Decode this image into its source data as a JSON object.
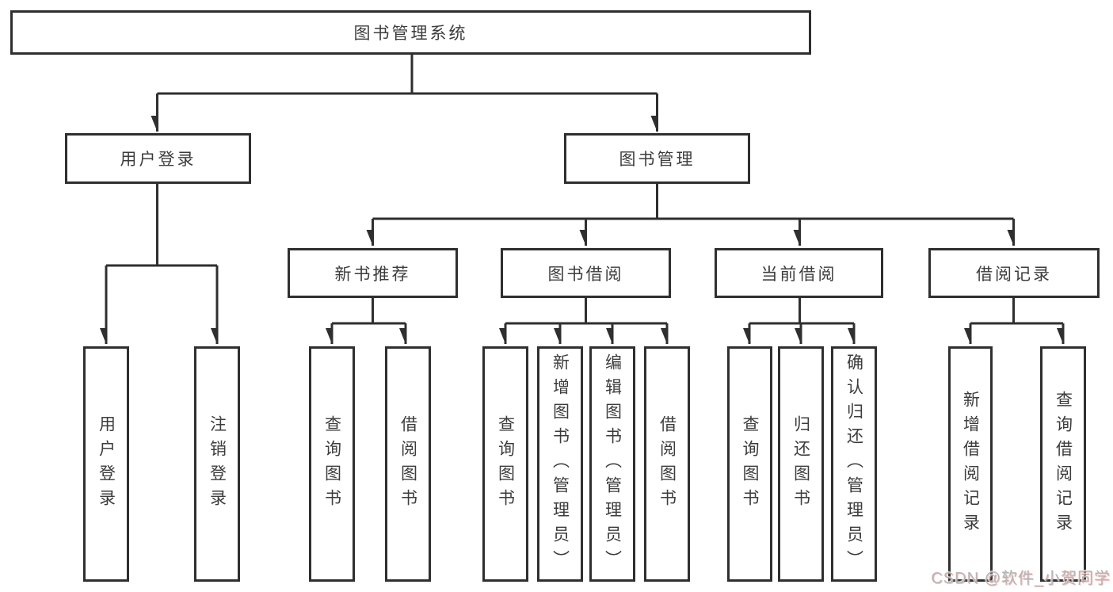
{
  "tree": {
    "root": "图书管理系统",
    "children": [
      {
        "label": "用户登录",
        "children": [
          "用户登录",
          "注销登录"
        ]
      },
      {
        "label": "图书管理",
        "children": [
          {
            "label": "新书推荐",
            "children": [
              "查询图书",
              "借阅图书"
            ]
          },
          {
            "label": "图书借阅",
            "children": [
              "查询图书",
              "新增图书（管理员）",
              "编辑图书（管理员）",
              "借阅图书"
            ]
          },
          {
            "label": "当前借阅",
            "children": [
              "查询图书",
              "归还图书",
              "确认归还（管理员）"
            ]
          },
          {
            "label": "借阅记录",
            "children": [
              "新增借阅记录",
              "查询借阅记录"
            ]
          }
        ]
      }
    ]
  },
  "watermark": "CSDN @软件_小贺同学",
  "colors": {
    "line": "#2f2f2f",
    "box_border": "#2f2f2f",
    "box_background": "#ffffff",
    "text": "#3c3c3c",
    "watermark_text": "#b5b5b5",
    "watermark_shadow": "#e2706c",
    "page_background": "#ffffff"
  }
}
